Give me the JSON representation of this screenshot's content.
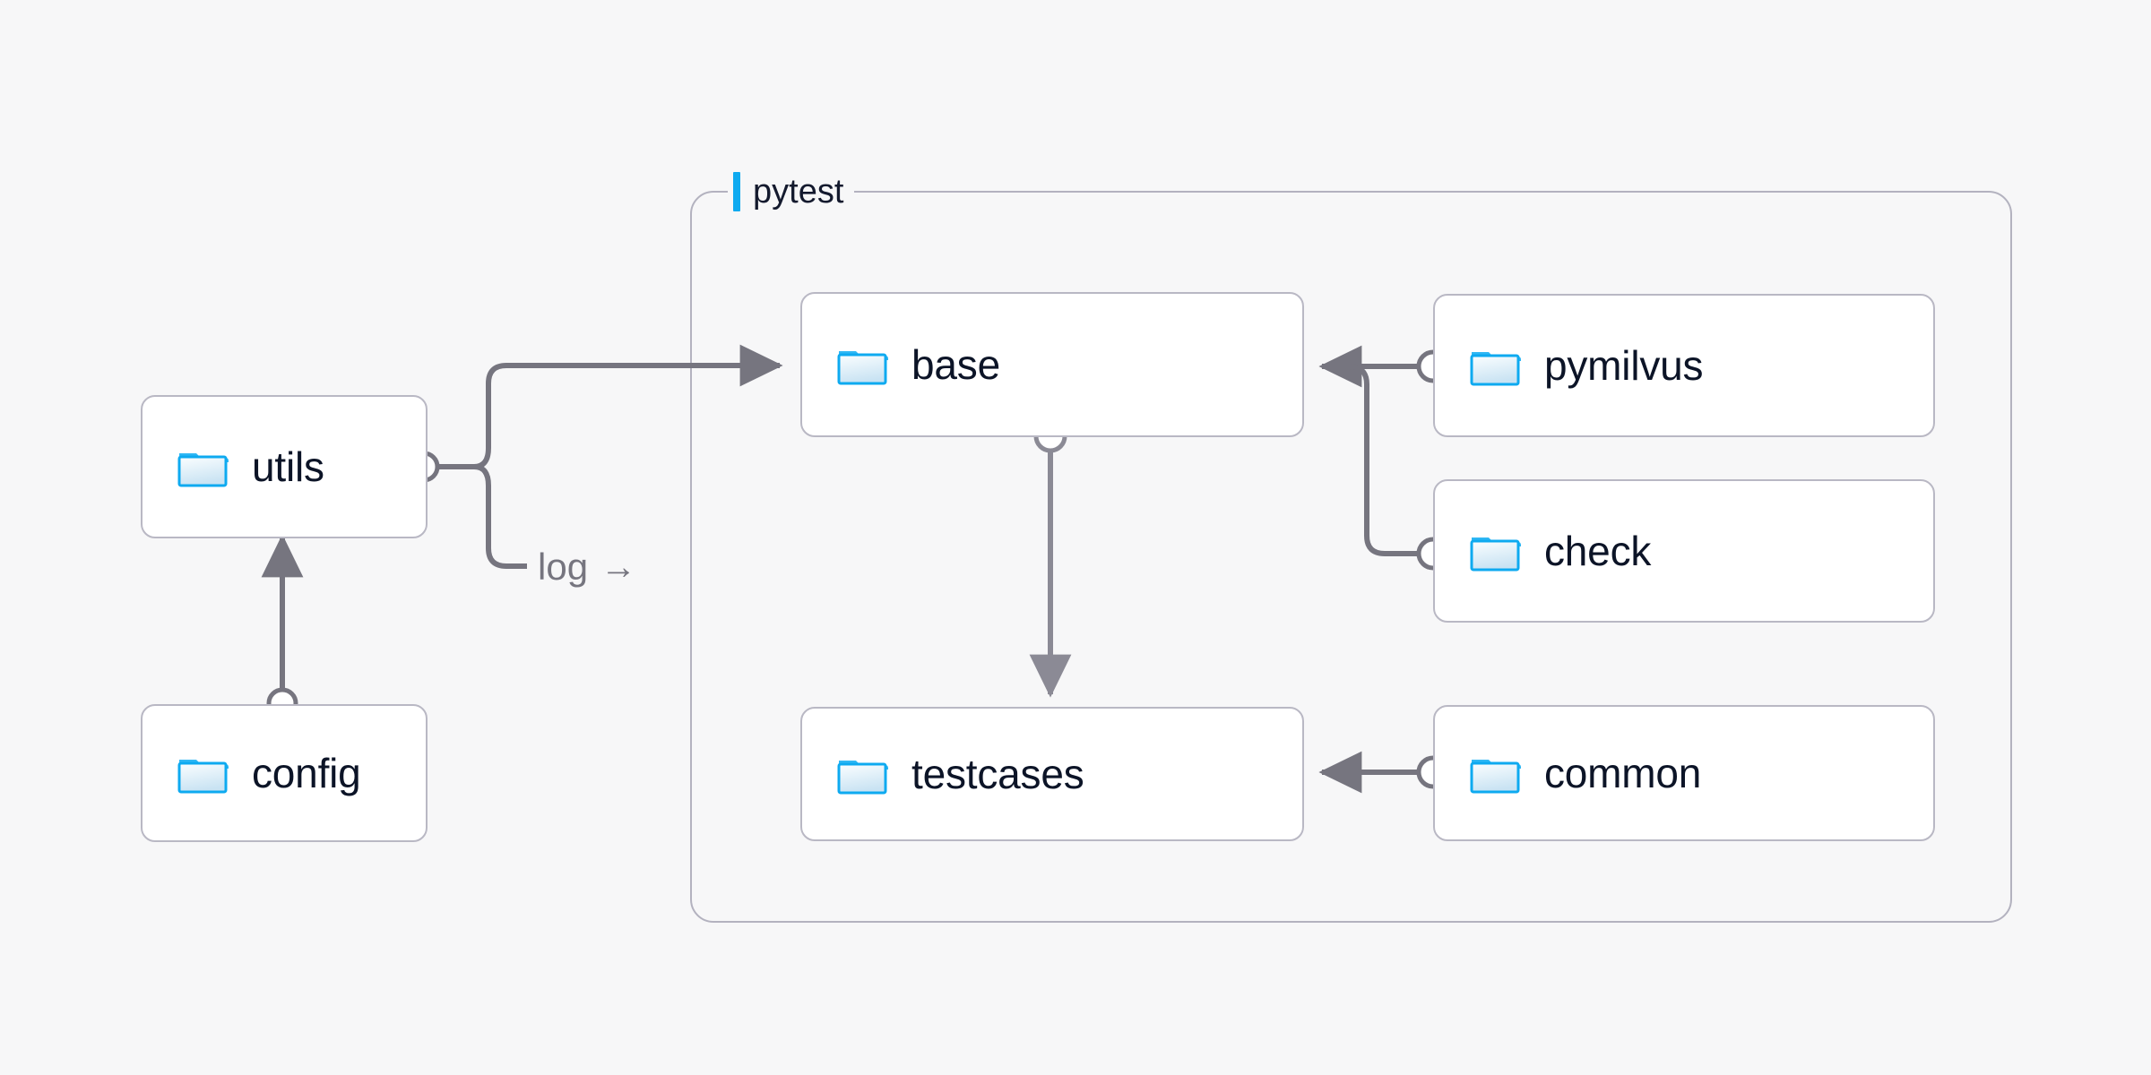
{
  "diagram": {
    "title": "pytest",
    "background_color": "#f7f7f8",
    "accent_color": "#0eaaf0",
    "node_border_color": "#b9b8c4",
    "node_fill_color": "#ffffff",
    "edge_color": "#76757f",
    "label_color": "#0c1427"
  },
  "group": {
    "label": "pytest",
    "accent_name": "group-accent-bar"
  },
  "nodes": [
    {
      "id": "utils",
      "label": "utils",
      "icon": "folder-icon",
      "inside_group": false
    },
    {
      "id": "config",
      "label": "config",
      "icon": "folder-icon",
      "inside_group": false
    },
    {
      "id": "base",
      "label": "base",
      "icon": "folder-icon",
      "inside_group": true
    },
    {
      "id": "testcases",
      "label": "testcases",
      "icon": "folder-icon",
      "inside_group": true
    },
    {
      "id": "pymilvus",
      "label": "pymilvus",
      "icon": "folder-icon",
      "inside_group": true
    },
    {
      "id": "check",
      "label": "check",
      "icon": "folder-icon",
      "inside_group": true
    },
    {
      "id": "common",
      "label": "common",
      "icon": "folder-icon",
      "inside_group": true
    }
  ],
  "edges": [
    {
      "id": "utils-base",
      "from": "utils",
      "to": "base",
      "label": ""
    },
    {
      "id": "utils-log",
      "from": "utils",
      "to": "pytest",
      "label": "log",
      "arrow_glyph": "→"
    },
    {
      "id": "config-utils",
      "from": "config",
      "to": "utils",
      "label": ""
    },
    {
      "id": "base-testcases",
      "from": "base",
      "to": "testcases",
      "label": ""
    },
    {
      "id": "pymilvus-base",
      "from": "pymilvus",
      "to": "base",
      "label": ""
    },
    {
      "id": "check-base",
      "from": "check",
      "to": "base",
      "label": ""
    },
    {
      "id": "common-testcases",
      "from": "common",
      "to": "testcases",
      "label": ""
    }
  ]
}
